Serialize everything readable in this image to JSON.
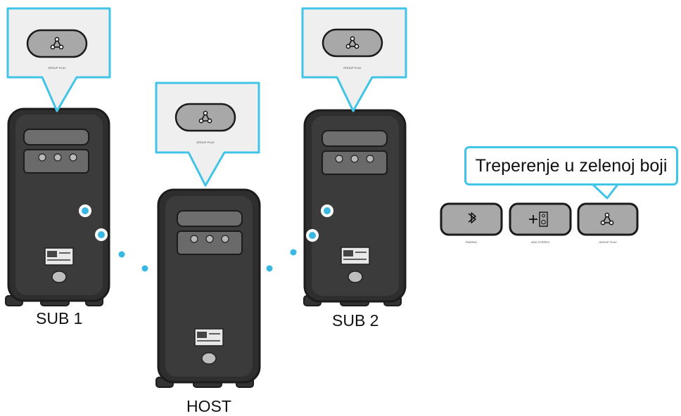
{
  "colors": {
    "accent": "#40c4e8",
    "speaker_body": "#3a3a3a",
    "speaker_outline": "#1c1c1c",
    "panel_bg": "#efefef",
    "button_fill": "#a8a8a8"
  },
  "speakers": [
    {
      "label": "SUB 1",
      "button_caption": "GROUP PLAY"
    },
    {
      "label": "HOST",
      "button_caption": "GROUP PLAY"
    },
    {
      "label": "SUB 2",
      "button_caption": "GROUP PLAY"
    }
  ],
  "legend": {
    "title": "Treperenje u zelenoj boji",
    "buttons": [
      {
        "icon": "bluetooth-icon",
        "caption": "PAIRING"
      },
      {
        "icon": "add-stereo-icon",
        "caption": "ADD STEREO"
      },
      {
        "icon": "group-play-icon",
        "caption": "GROUP PLAY"
      }
    ]
  }
}
